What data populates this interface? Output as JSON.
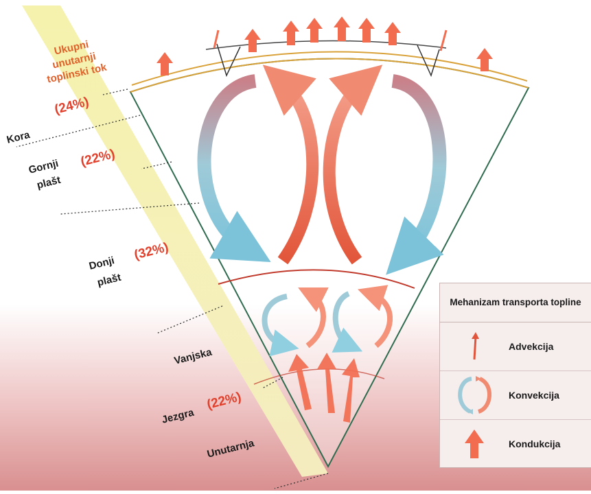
{
  "diagram": {
    "heat_flow_title": [
      "Ukupni",
      "unutarnji",
      "toplinski tok"
    ],
    "layers": [
      {
        "name": "Kora",
        "percent": "(24%)"
      },
      {
        "name": "Gornji",
        "name2": "plašt",
        "percent": "(22%)"
      },
      {
        "name": "Donji",
        "name2": "plašt",
        "percent": "(32%)"
      },
      {
        "name": "Vanjska"
      },
      {
        "name": "Jezgra",
        "percent": "(22%)"
      },
      {
        "name": "Unutarnja"
      }
    ]
  },
  "legend": {
    "title": "Mehanizam transporta topline",
    "items": [
      {
        "label": "Advekcija",
        "icon": "advection-arrow-icon"
      },
      {
        "label": "Konvekcija",
        "icon": "convection-cycle-icon"
      },
      {
        "label": "Kondukcija",
        "icon": "conduction-arrow-icon"
      }
    ]
  },
  "colors": {
    "heat": "#f26d50",
    "cool": "#8fcfe0",
    "triangle": "#f2f0b0",
    "core_tint": "#e9a3a3",
    "edge": "#2f6b4f"
  }
}
